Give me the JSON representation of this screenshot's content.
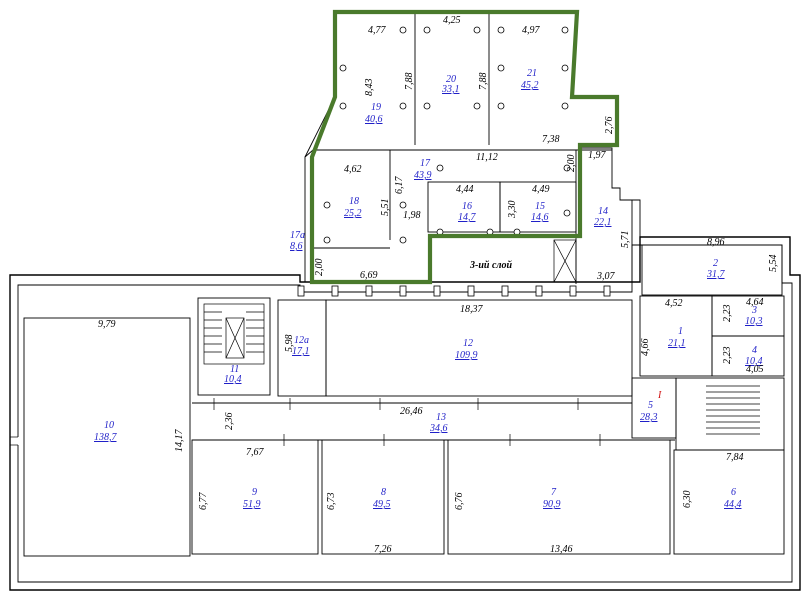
{
  "plan": {
    "rooms": [
      {
        "num": "19",
        "area": "40,6"
      },
      {
        "num": "20",
        "area": "33,1"
      },
      {
        "num": "21",
        "area": "45,2"
      },
      {
        "num": "17",
        "area": "43,9"
      },
      {
        "num": "18",
        "area": "25,2"
      },
      {
        "num": "16",
        "area": "14,7"
      },
      {
        "num": "15",
        "area": "14,6"
      },
      {
        "num": "14",
        "area": "22,1"
      },
      {
        "num": "17а",
        "area": "8,6"
      },
      {
        "num": "2",
        "area": "31,7"
      },
      {
        "num": "3",
        "area": "10,3"
      },
      {
        "num": "4",
        "area": "10,4"
      },
      {
        "num": "1",
        "area": "21,1"
      },
      {
        "num": "5",
        "area": "28,3"
      },
      {
        "num": "11",
        "area": "10,4"
      },
      {
        "num": "12а",
        "area": "17,1"
      },
      {
        "num": "12",
        "area": "109,9"
      },
      {
        "num": "13",
        "area": "34,6"
      },
      {
        "num": "10",
        "area": "138,7"
      },
      {
        "num": "9",
        "area": "51,9"
      },
      {
        "num": "8",
        "area": "49,5"
      },
      {
        "num": "7",
        "area": "90,9"
      },
      {
        "num": "6",
        "area": "44,4"
      }
    ],
    "dims": [
      "4,77",
      "4,25",
      "4,97",
      "8,43",
      "7,88",
      "7,88",
      "7,38",
      "2,76",
      "11,12",
      "2,00",
      "1,97",
      "4,62",
      "6,17",
      "5,51",
      "1,98",
      "4,44",
      "4,49",
      "3,30",
      "5,71",
      "2,00",
      "6,69",
      "3,07",
      "8,96",
      "5,54",
      "18,37",
      "9,79",
      "4,52",
      "4,64",
      "2,23",
      "2,23",
      "4,05",
      "4,66",
      "5,98",
      "2,36",
      "26,46",
      "14,17",
      "7,67",
      "7,84",
      "6,77",
      "6,73",
      "6,76",
      "6,30",
      "7,26",
      "13,46"
    ],
    "label": "3-ий слой",
    "marker": "I"
  }
}
